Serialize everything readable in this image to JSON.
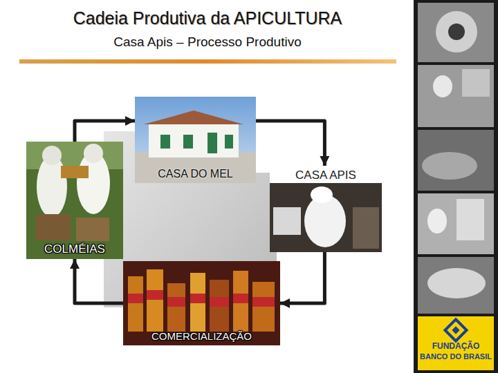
{
  "diagram": {
    "title": "Cadeia Produtiva da APICULTURA",
    "nodes": [
      {
        "text": [
          "CASA DO MEL"
        ]
      },
      {
        "text": [
          "CASA APIS"
        ]
      },
      {
        "text": [
          "COLMÉIAS"
        ]
      },
      {
        "text": [
          "COMERCIALIZAÇÃO"
        ]
      }
    ],
    "edges": [
      {
        "from": 2,
        "to": 0,
        "arrow": "to"
      },
      {
        "from": 0,
        "to": 1,
        "arrow": "to"
      },
      {
        "from": 1,
        "to": 3,
        "arrow": "to"
      },
      {
        "from": 3,
        "to": 2,
        "arrow": "to"
      }
    ],
    "labels": [
      "Casa Apis – Processo Produtivo",
      "FUNDAÇÃO",
      "BANCO DO BRASIL"
    ]
  }
}
